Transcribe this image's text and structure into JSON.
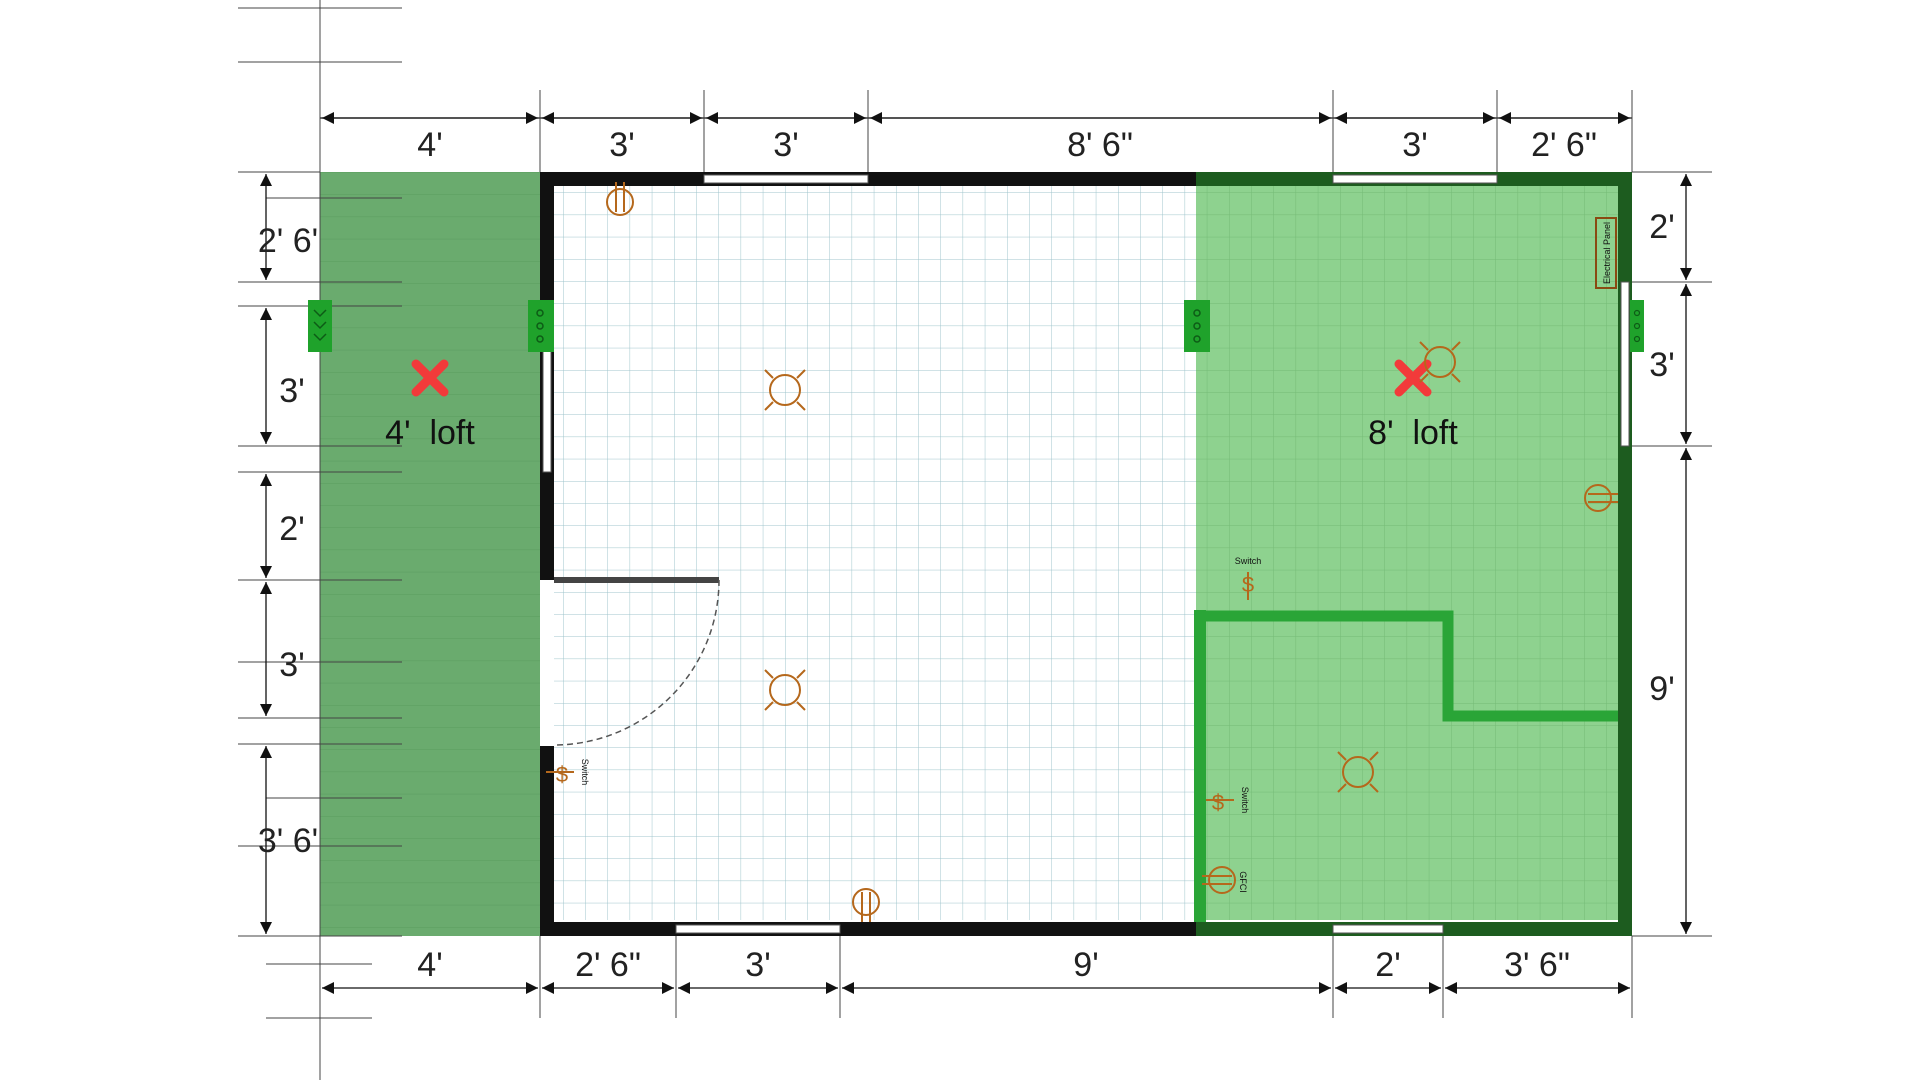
{
  "colors": {
    "loft_left_fill": "#6aab6e",
    "loft_right_fill": "#8ed28f",
    "grid_line": "#9fc4cc",
    "wall_black": "#111111",
    "wall_dark_green": "#1d5c1f",
    "wall_bright_green": "#2aa537",
    "fixture": "#b5681c",
    "marker_red": "#f23a3a",
    "outlet_green": "#1fa22b"
  },
  "dimensions": {
    "top": [
      "4'",
      "3'",
      "3'",
      "8' 6\"",
      "3'",
      "2' 6\""
    ],
    "bottom": [
      "4'",
      "2' 6\"",
      "3'",
      "9'",
      "2'",
      "3' 6\""
    ],
    "left": [
      "2' 6'",
      "3'",
      "2'",
      "3'",
      "3' 6'"
    ],
    "right": [
      "2'",
      "3'",
      "9'"
    ]
  },
  "labels": {
    "loft_left": "4'  loft",
    "loft_right": "8'  loft",
    "electrical_panel": "Electrical Panel",
    "switch_1": "Switch",
    "switch_2": "Switch",
    "switch_3": "Switch",
    "gfci": "GFCI",
    "switch_symbol": "$"
  },
  "icons": {
    "loft_marker": "red-x-icon",
    "light": "ceiling-light-icon",
    "outlet": "outlet-icon",
    "wall_outlet_box": "triple-outlet-icon"
  }
}
